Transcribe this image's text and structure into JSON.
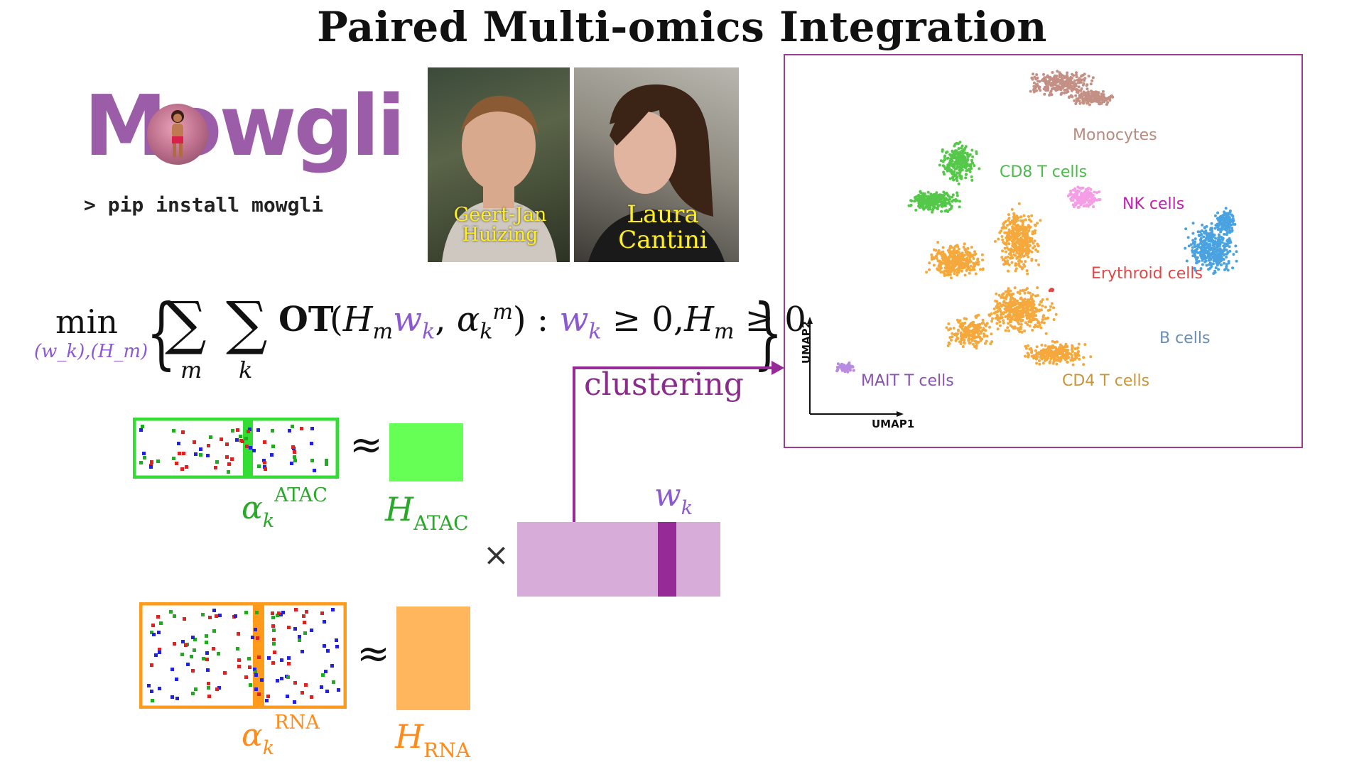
{
  "title": "Paired Multi-omics Integration",
  "logo": {
    "text": "Mowgli",
    "install_cmd": "> pip install mowgli"
  },
  "people": [
    {
      "name_line1": "Geert-Jan",
      "name_line2": "Huizing"
    },
    {
      "name_line1": "Laura",
      "name_line2": "Cantini"
    }
  ],
  "formula": {
    "min": "min",
    "min_sub": "(w_k),(H_m)",
    "sum_sub_m": "m",
    "sum_sub_k": "k",
    "ot": "OT",
    "constraint_w": "w",
    "constraint_text": "≥ 0,",
    "constraint_h": "H",
    "constraint_h_sub": "m",
    "constraint_h_text": "≥ 0"
  },
  "umap": {
    "axis_x": "UMAP1",
    "axis_y": "UMAP2",
    "clusters": [
      {
        "label": "Monocytes",
        "color": "#b88a80"
      },
      {
        "label": "CD8 T cells",
        "color": "#4cbb4c"
      },
      {
        "label": "NK cells",
        "color": "#c020b0"
      },
      {
        "label": "Erythroid cells",
        "color": "#e04848"
      },
      {
        "label": "B cells",
        "color": "#6a8db8"
      },
      {
        "label": "MAIT T cells",
        "color": "#8a55b0"
      },
      {
        "label": "CD4 T cells",
        "color": "#c8963a"
      }
    ]
  },
  "clustering_label": "clustering",
  "matrices": {
    "atac": {
      "alpha": "α",
      "alpha_sub": "k",
      "alpha_sup": "ATAC",
      "h": "H",
      "h_sub": "ATAC",
      "color": "#33dd33",
      "fill": "#66ff55"
    },
    "rna": {
      "alpha": "α",
      "alpha_sub": "k",
      "alpha_sup": "RNA",
      "h": "H",
      "h_sub": "RNA",
      "color": "#ff9a1a",
      "fill": "#ffb65c"
    },
    "w": {
      "label": "w",
      "label_sub": "k",
      "fill": "#d8acd8",
      "stripe": "#962a96"
    }
  },
  "symbols": {
    "approx": "≈",
    "times": "×"
  }
}
